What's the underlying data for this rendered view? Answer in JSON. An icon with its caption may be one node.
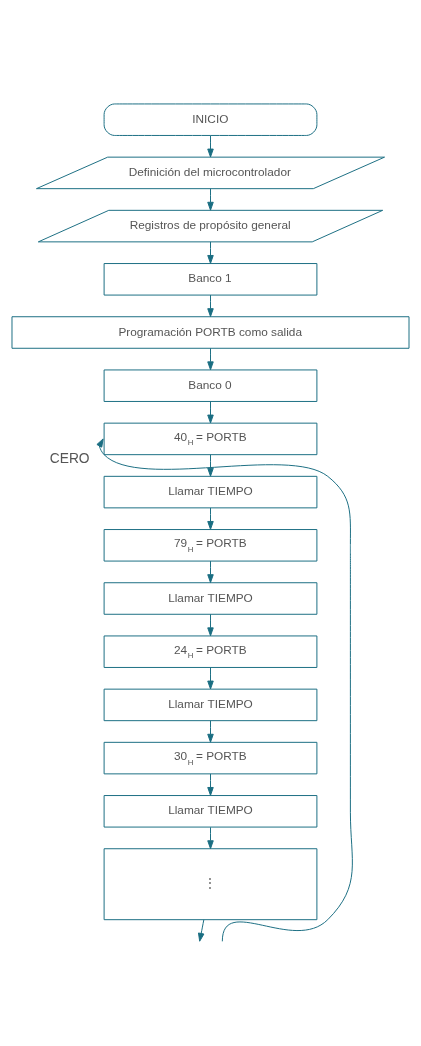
{
  "diagram": {
    "nodes": [
      {
        "text": [
          "INICIO"
        ]
      },
      {
        "text": [
          "Definición del microcontrolador"
        ]
      },
      {
        "text": [
          "Registros de propósito general"
        ]
      },
      {
        "text": [
          "Banco 1"
        ]
      },
      {
        "text": [
          "Programación PORTB como salida"
        ]
      },
      {
        "text": [
          "Banco 0"
        ]
      },
      {
        "text": [
          "40$_{H}$ = PORTB"
        ]
      },
      {
        "text": [
          "Llamar TIEMPO"
        ]
      },
      {
        "text": [
          "79$_{H}$ = PORTB"
        ]
      },
      {
        "text": [
          "Llamar TIEMPO"
        ]
      },
      {
        "text": [
          "24$_{H}$ = PORTB"
        ]
      },
      {
        "text": [
          "Llamar TIEMPO"
        ]
      },
      {
        "text": [
          "30$_{H}$ = PORTB"
        ]
      },
      {
        "text": [
          "Llamar TIEMPO"
        ]
      },
      {
        "text": [
          "⋮"
        ]
      }
    ],
    "edges": [
      {
        "from": 0,
        "to": 1,
        "arrow": "to"
      },
      {
        "from": 1,
        "to": 2,
        "arrow": "to"
      },
      {
        "from": 2,
        "to": 3,
        "arrow": "to"
      },
      {
        "from": 3,
        "to": 4,
        "arrow": "to"
      },
      {
        "from": 4,
        "to": 5,
        "arrow": "to"
      },
      {
        "from": 5,
        "to": 6,
        "arrow": "to"
      },
      {
        "from": 6,
        "to": 7,
        "arrow": "to"
      },
      {
        "from": 7,
        "to": 8,
        "arrow": "to"
      },
      {
        "from": 8,
        "to": 9,
        "arrow": "to"
      },
      {
        "from": 9,
        "to": 10,
        "arrow": "to"
      },
      {
        "from": 10,
        "to": 11,
        "arrow": "to"
      },
      {
        "from": 11,
        "to": 12,
        "arrow": "to"
      },
      {
        "from": 12,
        "to": 13,
        "arrow": "to"
      },
      {
        "from": 13,
        "to": 14,
        "arrow": "to"
      },
      {
        "from": 14,
        "to": null,
        "arrow": "to"
      },
      {
        "from": null,
        "to": 6,
        "arrow": "to",
        "label": "CERO"
      }
    ]
  }
}
